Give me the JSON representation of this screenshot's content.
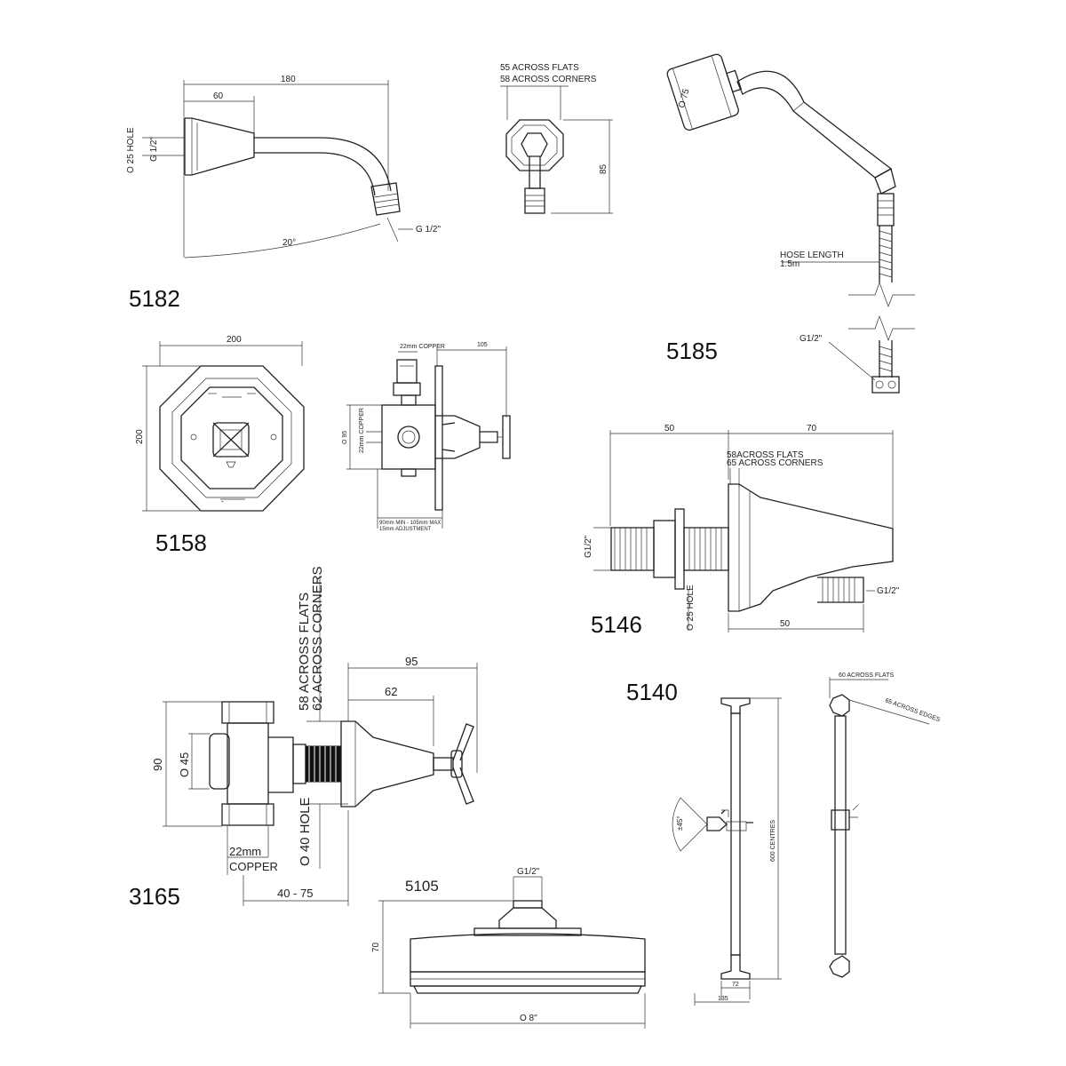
{
  "sheet": {
    "part_5182": {
      "code": "5182",
      "dim_length": "180",
      "dim_flange": "60",
      "dim_hole": "O 25 HOLE",
      "thread_inlet": "G 1/2\"",
      "thread_outlet": "G 1/2\"",
      "angle": "20°"
    },
    "part_5182_end": {
      "flats": "55 ACROSS FLATS",
      "corners": "58 ACROSS CORNERS",
      "height": "85"
    },
    "part_5185": {
      "code": "5185",
      "head_dia": "O 75",
      "hose_label": "HOSE LENGTH",
      "hose_length": "1.5m",
      "thread": "G1/2\""
    },
    "part_5158": {
      "code": "5158",
      "width": "200",
      "height": "200",
      "side_depth": "105",
      "copper": "22mm COPPER",
      "copper_side": "22mm COPPER",
      "body_height": "O 95",
      "adjust_1": "90mm MIN - 105mm MAX",
      "adjust_2": "15mm ADJUSTMENT"
    },
    "part_5146": {
      "code": "5146",
      "dim_left": "50",
      "dim_right": "70",
      "flats": "58ACROSS FLATS",
      "corners": "65 ACROSS CORNERS",
      "thread_inlet": "G1/2\"",
      "thread_outlet": "G1/2\"",
      "hole": "O 25 HOLE",
      "dim_bottom": "50"
    },
    "part_3165": {
      "code": "3165",
      "flats": "58 ACROSS FLATS",
      "corners": "62 ACROSS CORNERS",
      "dim_total": "95",
      "dim_handle": "62",
      "height": "90",
      "body_dia": "O 45",
      "hole": "O 40 HOLE",
      "copper_size": "22mm",
      "copper_word": "COPPER",
      "range": "40 - 75"
    },
    "part_5140": {
      "code": "5140",
      "flats": "60 ACROSS FLATS",
      "edges": "65 ACROSS EDGES",
      "angle": "±45°",
      "centres": "600 CENTRES",
      "width_inner": "72",
      "width_outer": "135"
    },
    "part_5105": {
      "code": "5105",
      "thread": "G1/2\"",
      "height": "70",
      "dia": "O 8\""
    }
  }
}
